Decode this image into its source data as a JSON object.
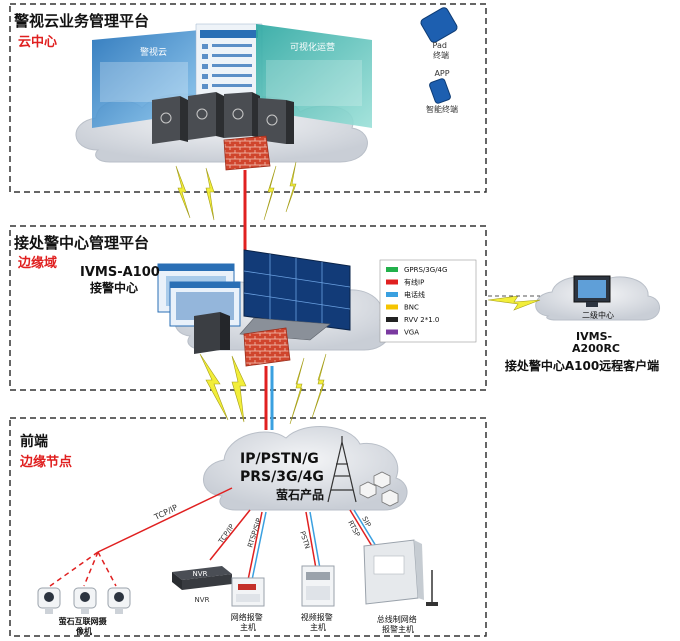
{
  "zones": {
    "cloud": {
      "title": "警视云业务管理平台",
      "subtitle": "云中心"
    },
    "center": {
      "title": "接处警中心管理平台",
      "subtitle": "边缘域"
    },
    "front": {
      "title": "前端",
      "subtitle": "边缘节点"
    }
  },
  "devices": {
    "pad": "Pad\n终端",
    "app": "APP",
    "smart_terminal": "智能终端",
    "ivms_a100_line1": "IVMS-A100",
    "ivms_a100_line2": "接警中心",
    "secondary_center": "二级中心",
    "ivms_a200rc": "IVMS-\nA200RC",
    "remote_client": "接处警中心A100远程客户端",
    "nvr": "NVR",
    "camera_group": "萤石互联网摄\n像机",
    "network_alarm": "网络报警\n主机",
    "video_alarm": "视频报警\n主机",
    "bus_alarm": "总线制网络\n报警主机"
  },
  "network_cloud": {
    "line1": "IP/PSTN/G",
    "line2": "PRS/3G/4G",
    "line3": "萤石产品"
  },
  "link_labels": {
    "tcpip_left": "TCP/IP",
    "tcpip_nvr": "TCP/IP",
    "ehome_rtsp": "RTSP/SIP",
    "pstn": "PSTN",
    "rtsp_right": "RTSP",
    "sip_right": "SIP"
  },
  "legend": [
    {
      "label": "GPRS/3G/4G",
      "color": "#22b04b"
    },
    {
      "label": "有线IP",
      "color": "#e02020"
    },
    {
      "label": "电话线",
      "color": "#3aa0e0"
    },
    {
      "label": "BNC",
      "color": "#f5c400"
    },
    {
      "label": "RVV 2*1.0",
      "color": "#222222"
    },
    {
      "label": "VGA",
      "color": "#7a3aa0"
    }
  ],
  "colors": {
    "zone_title": "#111111",
    "zone_subtitle": "#e02020",
    "cloud_fill": "#d9dde3",
    "firewall": "#d0452d",
    "lightning": "#f2ee3a"
  }
}
